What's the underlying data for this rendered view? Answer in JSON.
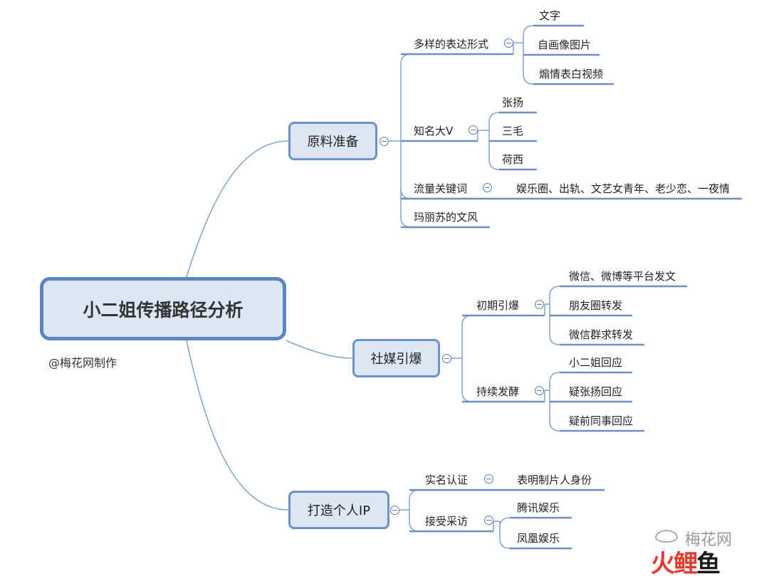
{
  "root": {
    "title": "小二姐传播路径分析"
  },
  "credit": "@梅花网制作",
  "branches": {
    "b1": {
      "label": "原料准备",
      "children": {
        "c1": {
          "label": "多样的表达形式",
          "leaves": [
            "文字",
            "自画像图片",
            "煽情表白视频"
          ]
        },
        "c2": {
          "label": "知名大V",
          "leaves": [
            "张扬",
            "三毛",
            "荷西"
          ]
        },
        "c3": {
          "label": "流量关键词",
          "leaves": [
            "娱乐圈、出轨、文艺女青年、老少恋、一夜情"
          ]
        },
        "c4": {
          "label": "玛丽苏的文风"
        }
      }
    },
    "b2": {
      "label": "社媒引爆",
      "children": {
        "c1": {
          "label": "初期引爆",
          "leaves": [
            "微信、微博等平台发文",
            "朋友圈转发",
            "微信群求转发"
          ]
        },
        "c2": {
          "label": "持续发酵",
          "leaves": [
            "小二姐回应",
            "疑张扬回应",
            "疑前同事回应"
          ]
        }
      }
    },
    "b3": {
      "label": "打造个人IP",
      "children": {
        "c1": {
          "label": "实名认证",
          "leaves": [
            "表明制片人身份"
          ]
        },
        "c2": {
          "label": "接受采访",
          "leaves": [
            "腾讯娱乐",
            "凤凰娱乐"
          ]
        }
      }
    }
  },
  "watermark": {
    "text": "梅花网",
    "logo": "火鲤鱼",
    "icon": "wechat-icon"
  },
  "colors": {
    "line": "#8aa8d0",
    "underline": "#6e8fbf",
    "node_fill": "#dde6f3",
    "node_border": "#6a93c9",
    "root_border": "#5b86c2",
    "logo_red": "#e53a2e"
  }
}
